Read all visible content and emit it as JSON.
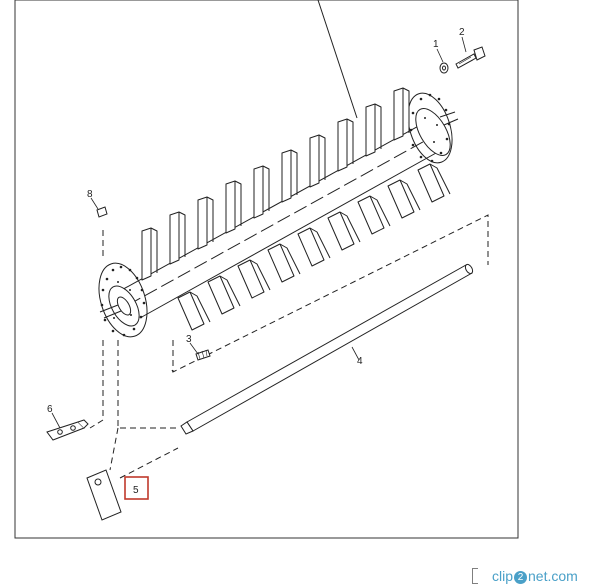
{
  "diagram": {
    "callouts": {
      "c1": "1",
      "c2": "2",
      "c3": "3",
      "c4": "4",
      "c5": "5",
      "c6": "6",
      "c8": "8"
    },
    "highlighted_callout": "5",
    "highlight_color": "#c0392b",
    "line_color": "#222222"
  },
  "watermark": {
    "prefix": "clip",
    "badge": "2",
    "suffix": "net.com",
    "color": "#4aa0c8"
  }
}
